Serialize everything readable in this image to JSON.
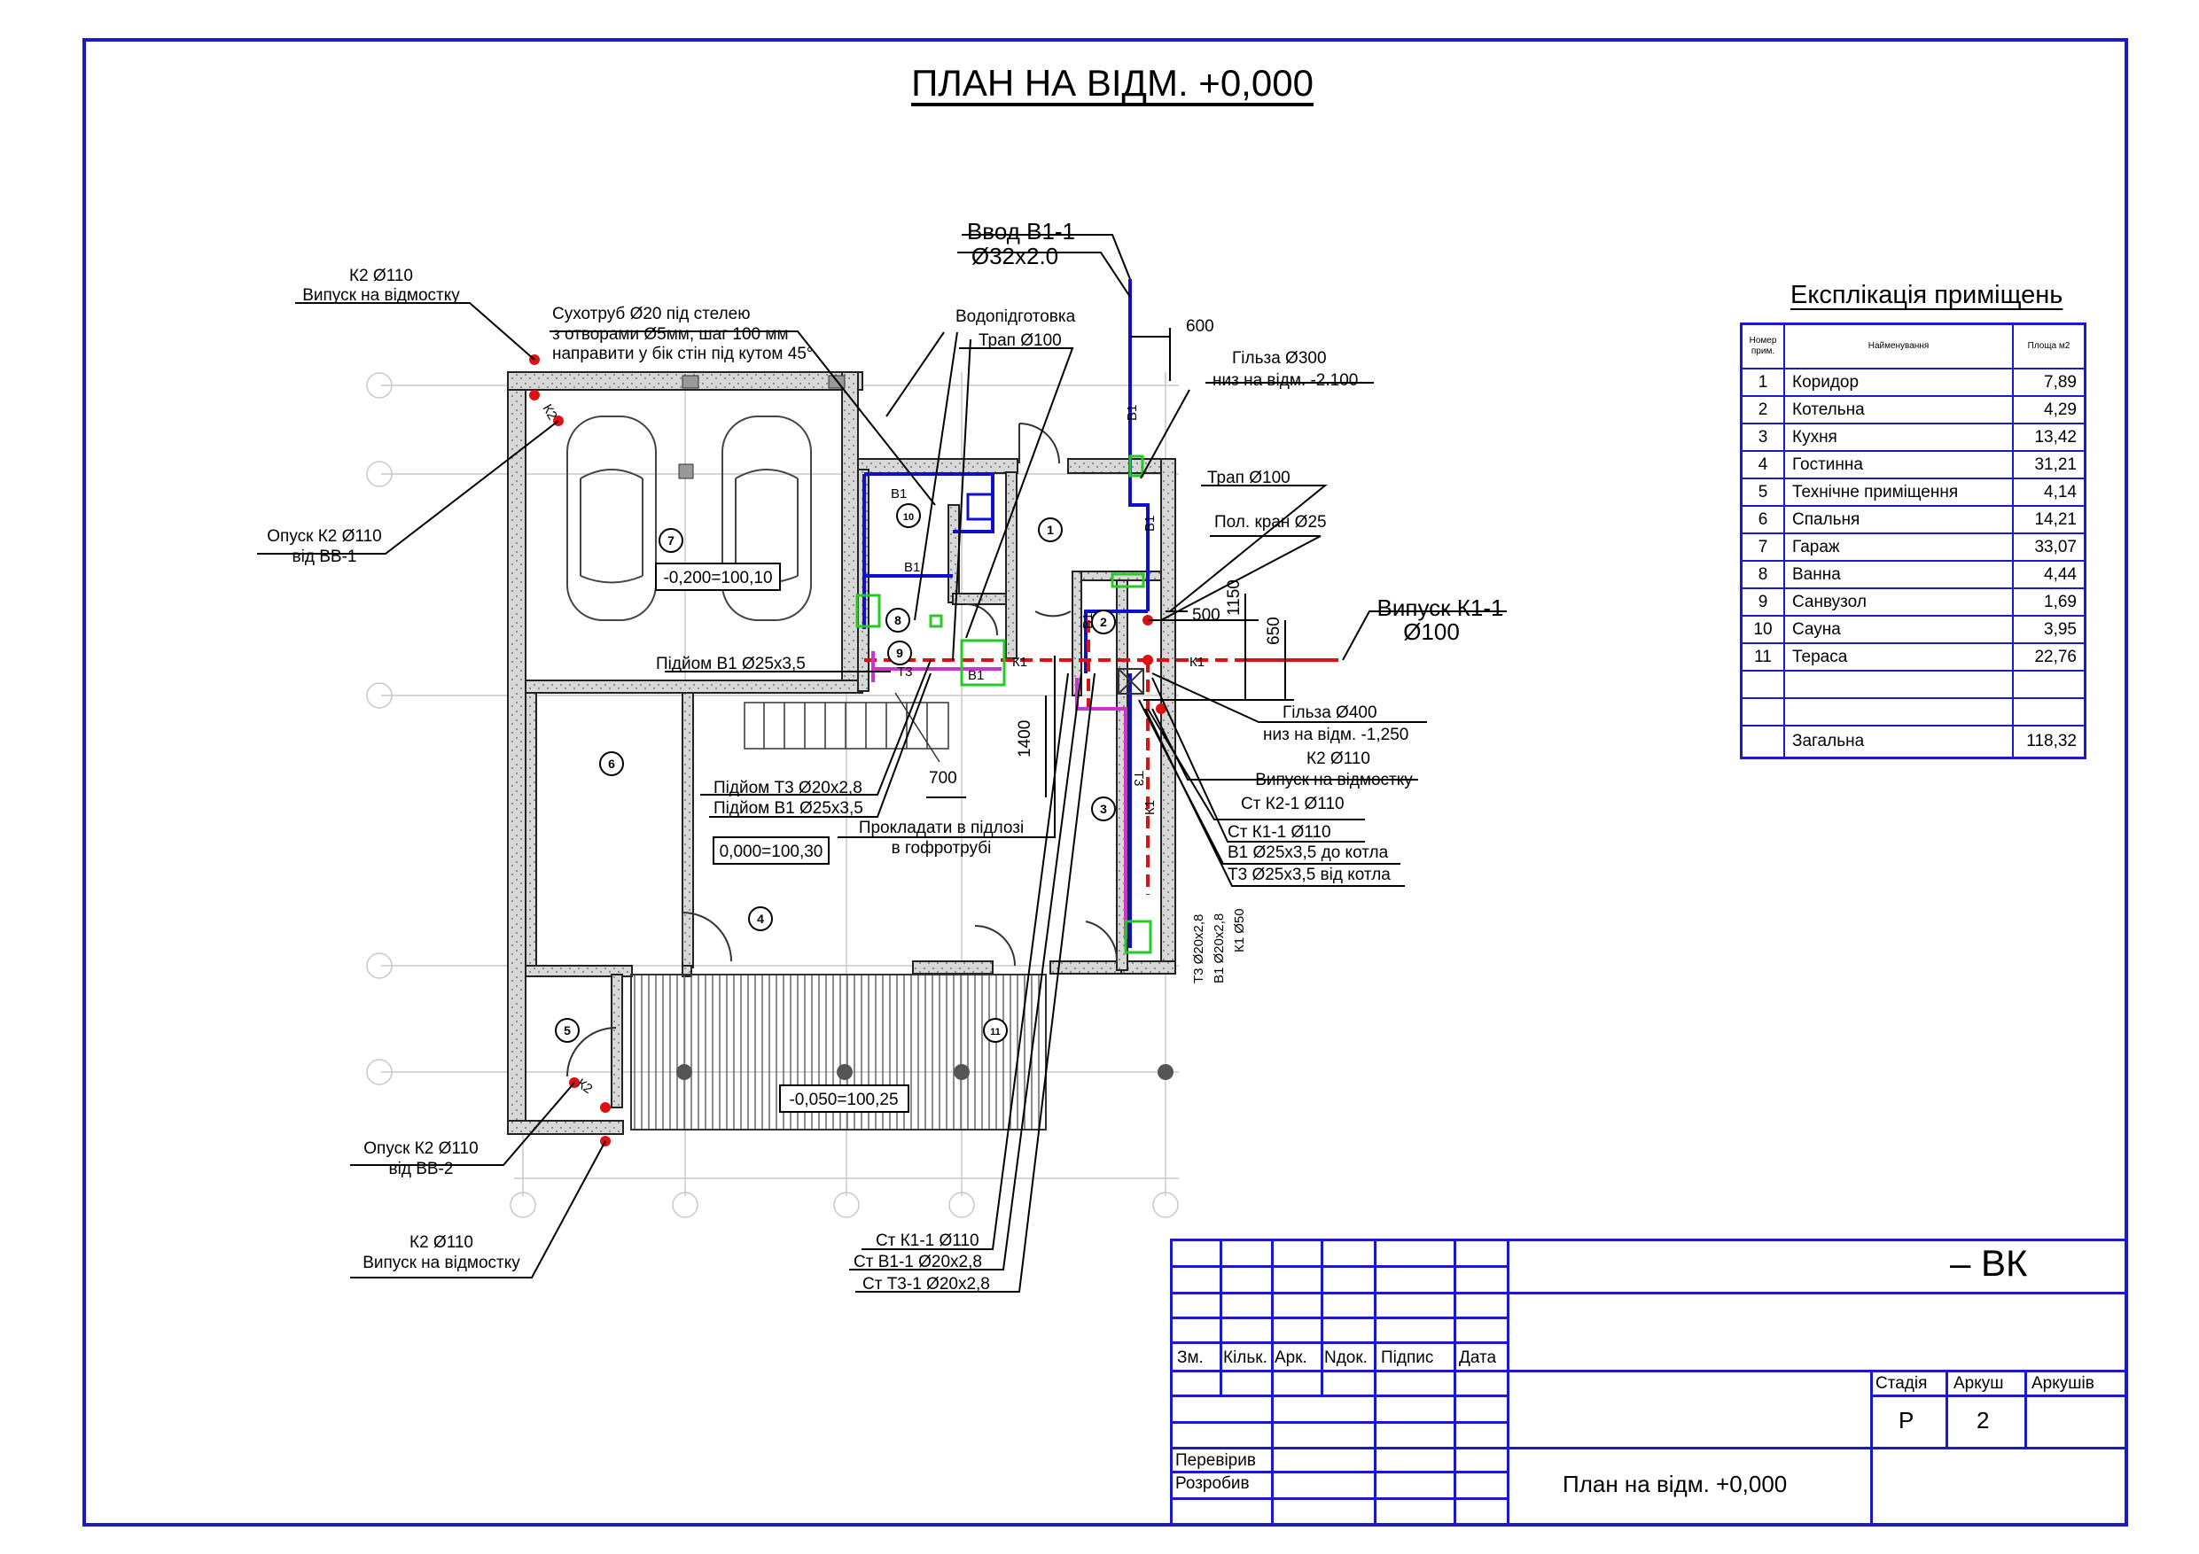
{
  "sheet": {
    "title": "ПЛАН НА ВІДМ. +0,000"
  },
  "annotations": {
    "vvod_1": "Ввод В1-1",
    "vvod_2": "Ø32x2.0",
    "dim_600": "600",
    "vodopidgotovka": "Водопідготовка",
    "trap_1": "Трап Ø100",
    "gilza300_1": "Гільза Ø300",
    "gilza300_2": "низ на відм. -2.100",
    "trap_2": "Трап Ø100",
    "pol_kran": "Пол. кран Ø25",
    "vypusk_k1_1": "Випуск К1-1",
    "vypusk_k1_2": "Ø100",
    "dim_1150": "1150",
    "dim_650": "650",
    "dim_500": "500",
    "gilza400_1": "Гільза Ø400",
    "gilza400_2": "низ на відм. -1,250",
    "k2_vidm_1": "К2 Ø110",
    "k2_vidm_2": "Випуск на відмостку",
    "st_k21": "Ст К2-1 Ø110",
    "st_k11": "Ст К1-1 Ø110",
    "b1_kotla": "В1 Ø25x3,5 до котла",
    "t3_kotla": "Т3 Ø25x3,5 від котла",
    "k2_top_1": "К2 Ø110",
    "k2_top_2": "Випуск на відмостку",
    "suhotrub_1": "Сухотруб Ø20 під стелею",
    "suhotrub_2": "з отворами Ø5мм, шаг 100 мм",
    "suhotrub_3": "направити у бік стін під кутом 45°",
    "opusk_k2_1": "Опуск К2 Ø110",
    "opusk_k2_2": "від ВВ-1",
    "level_garage": "-0,200=100,10",
    "pidiom_b1_1": "Підйом В1 Ø25x3,5",
    "pidiom_t3": "Підйом Т3 Ø20x2,8",
    "pidiom_b1_2": "Підйом В1 Ø25x3,5",
    "dim_700": "700",
    "dim_1400": "1400",
    "level_main": "0,000=100,30",
    "prokladaty_1": "Прокладати в підлозі",
    "prokladaty_2": "в гофротрубі",
    "level_terrace": "-0,050=100,25",
    "opusk_k2b_1": "Опуск К2 Ø110",
    "opusk_k2b_2": "від ВВ-2",
    "k2_bot_1": "К2 Ø110",
    "k2_bot_2": "Випуск на відмостку",
    "st_k11_b": "Ст К1-1 Ø110",
    "st_b11": "Ст В1-1 Ø20x2,8",
    "st_t31": "Ст Т3-1 Ø20x2,8",
    "riser_t3": "Т3 Ø20x2,8",
    "riser_b1": "В1 Ø20x2,8",
    "riser_k1": "К1 Ø50",
    "pipe_b1": "В1",
    "pipe_k1": "К1",
    "pipe_t3": "Т3",
    "pipe_k2": "К2"
  },
  "rooms": [
    "1",
    "2",
    "3",
    "4",
    "5",
    "6",
    "7",
    "8",
    "9",
    "10",
    "11"
  ],
  "schedule": {
    "title": "Експлікація приміщень",
    "headers": [
      "Номер прим.",
      "Найменування",
      "Площа м2"
    ],
    "rows": [
      {
        "no": "1",
        "name": "Коридор",
        "area": "7,89"
      },
      {
        "no": "2",
        "name": "Котельна",
        "area": "4,29"
      },
      {
        "no": "3",
        "name": "Кухня",
        "area": "13,42"
      },
      {
        "no": "4",
        "name": "Гостинна",
        "area": "31,21"
      },
      {
        "no": "5",
        "name": "Технічне приміщення",
        "area": "4,14"
      },
      {
        "no": "6",
        "name": "Спальня",
        "area": "14,21"
      },
      {
        "no": "7",
        "name": "Гараж",
        "area": "33,07"
      },
      {
        "no": "8",
        "name": "Ванна",
        "area": "4,44"
      },
      {
        "no": "9",
        "name": "Санвузол",
        "area": "1,69"
      },
      {
        "no": "10",
        "name": "Сауна",
        "area": "3,95"
      },
      {
        "no": "11",
        "name": "Тераса",
        "area": "22,76"
      }
    ],
    "total_label": "Загальна",
    "total_area": "118,32"
  },
  "title_block": {
    "code": "– ВК",
    "col_headers": [
      "Зм.",
      "Кільк.",
      "Арк.",
      "Nдок.",
      "Підпис",
      "Дата"
    ],
    "checked_by": "Перевірив",
    "developed_by": "Розробив",
    "stage_label": "Стадія",
    "sheet_label": "Аркуш",
    "sheets_label": "Аркушів",
    "stage": "Р",
    "sheet_no": "2",
    "sheet_name": "План на відм. +0,000"
  },
  "colors": {
    "frame": "#1a1acc",
    "water_b1": "#1010cc",
    "sewer_k1": "#dd1111",
    "heating_t3": "#cc33cc",
    "equipment": "#22cc22"
  }
}
